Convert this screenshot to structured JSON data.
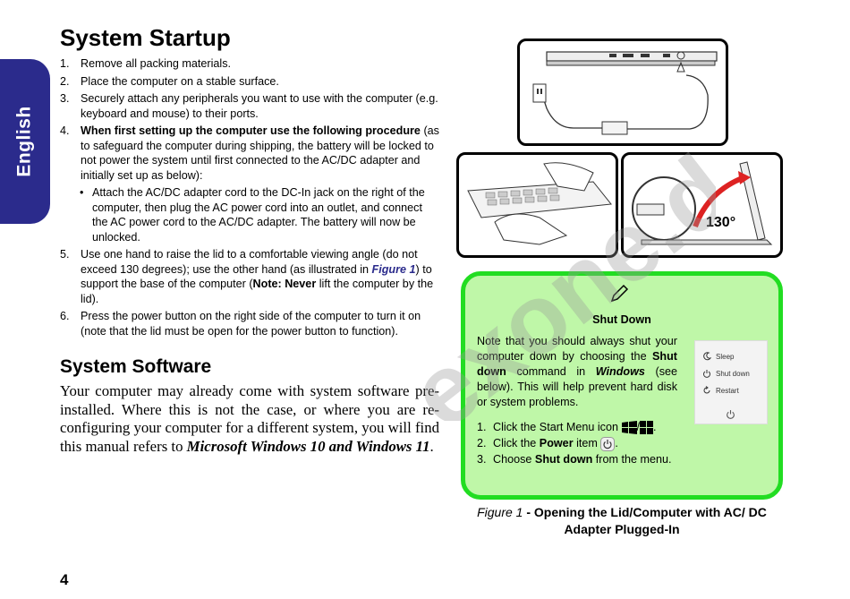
{
  "side_tab": {
    "label": "English",
    "color": "#2b2b8c"
  },
  "startup": {
    "title": "System Startup",
    "steps": [
      {
        "num": "1.",
        "text": "Remove all packing materials."
      },
      {
        "num": "2.",
        "text": "Place the computer on a stable surface."
      },
      {
        "num": "3.",
        "text": "Securely attach any peripherals you want to use with the computer (e.g. keyboard and mouse) to their ports."
      },
      {
        "num": "4.",
        "bold": "When first setting up the computer use the following procedure",
        "text": "(as to safeguard the computer during shipping, the battery will be locked to not power the system until first connected to the AC/DC adapter and initially set up as below):"
      },
      {
        "num": "•",
        "text": "Attach the AC/DC adapter cord to the DC-In jack on the right of the computer, then plug the AC power cord into an outlet, and connect the AC power cord to the AC/DC adapter. The battery will now be unlocked."
      },
      {
        "num": "5.",
        "text_a": "Use one hand to raise the lid to a comfortable viewing angle (do not exceed 130 degrees); use the other hand (as illustrated in ",
        "link": "Figure 1",
        "text_b": ") to support the base of the computer (",
        "bold": "Note: Never",
        "text_c": " lift the computer by the lid)."
      },
      {
        "num": "6.",
        "text": "Press the power button on the right side of the computer to turn it on (note that the lid must be open for the power button to function)."
      }
    ]
  },
  "software": {
    "title": "System Software",
    "text": "Your computer may already come with system software pre-installed. Where this is not the case, or where you are re-configuring your computer for a different system, you will find this manual refers to ",
    "emphasis": "Microsoft Windows 10  and Windows 11",
    "end": "."
  },
  "note": {
    "title": "Shut Down",
    "text_a": "Note that you should always shut your computer down by choosing the ",
    "bold_a": "Shut down",
    "text_b": " command in ",
    "italic_b": "Windows",
    "text_c": " (see below). This will help prevent hard disk or system problems.",
    "list": [
      {
        "num": "1.",
        "text_a": "Click the Start Menu icon",
        "text_b": "/",
        "text_c": "."
      },
      {
        "num": "2.",
        "text_a": "Click the ",
        "bold": "Power",
        "text_b": " item",
        "text_c": "."
      },
      {
        "num": "3.",
        "text_a": "Choose ",
        "bold": "Shut down",
        "text_b": " from the menu."
      }
    ],
    "power_menu": [
      "Sleep",
      "Shut down",
      "Restart"
    ],
    "border_color": "#22dd22",
    "bg_color": "#bff7a8"
  },
  "figure": {
    "label": "Figure 1",
    "caption": " - Opening the Lid/Computer with AC/ DC Adapter Plugged-In",
    "angle": "130°"
  },
  "page_number": "4",
  "watermark": "exone.de"
}
